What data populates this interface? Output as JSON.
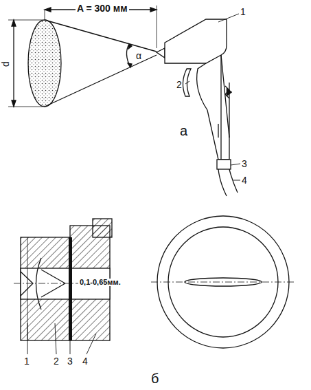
{
  "diagram": {
    "labels": [
      "A = 300 мм",
      "d",
      "α",
      "1",
      "2",
      "3",
      "4",
      "а",
      "0,1-0,65мм.",
      "1",
      "2",
      "3",
      "4",
      "б"
    ]
  }
}
